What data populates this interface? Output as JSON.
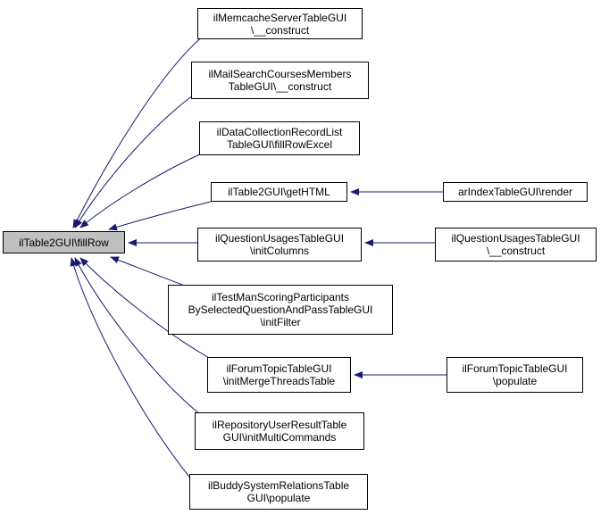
{
  "colors": {
    "edge": "#191970",
    "node_border": "#000000",
    "root_fill": "#bfbfbf",
    "node_fill": "#ffffff"
  },
  "nodes": {
    "root": {
      "lines": [
        "ilTable2GUI\\fillRow"
      ]
    },
    "memcache": {
      "lines": [
        "ilMemcacheServerTableGUI",
        "\\__construct"
      ]
    },
    "mailsearch": {
      "lines": [
        "ilMailSearchCoursesMembers",
        "TableGUI\\__construct"
      ]
    },
    "datacollection": {
      "lines": [
        "ilDataCollectionRecordList",
        "TableGUI\\fillRowExcel"
      ]
    },
    "gethtml": {
      "lines": [
        "ilTable2GUI\\getHTML"
      ]
    },
    "questionusages": {
      "lines": [
        "ilQuestionUsagesTableGUI",
        "\\initColumns"
      ]
    },
    "testman": {
      "lines": [
        "ilTestManScoringParticipants",
        "BySelectedQuestionAndPassTableGUI",
        "\\initFilter"
      ]
    },
    "forumtopic": {
      "lines": [
        "ilForumTopicTableGUI",
        "\\initMergeThreadsTable"
      ]
    },
    "repository": {
      "lines": [
        "ilRepositoryUserResultTable",
        "GUI\\initMultiCommands"
      ]
    },
    "buddy": {
      "lines": [
        "ilBuddySystemRelationsTable",
        "GUI\\populate"
      ]
    },
    "arindex": {
      "lines": [
        "arIndexTableGUI\\render"
      ]
    },
    "qu_construct": {
      "lines": [
        "ilQuestionUsagesTableGUI",
        "\\__construct"
      ]
    },
    "ft_populate": {
      "lines": [
        "ilForumTopicTableGUI",
        "\\populate"
      ]
    }
  }
}
